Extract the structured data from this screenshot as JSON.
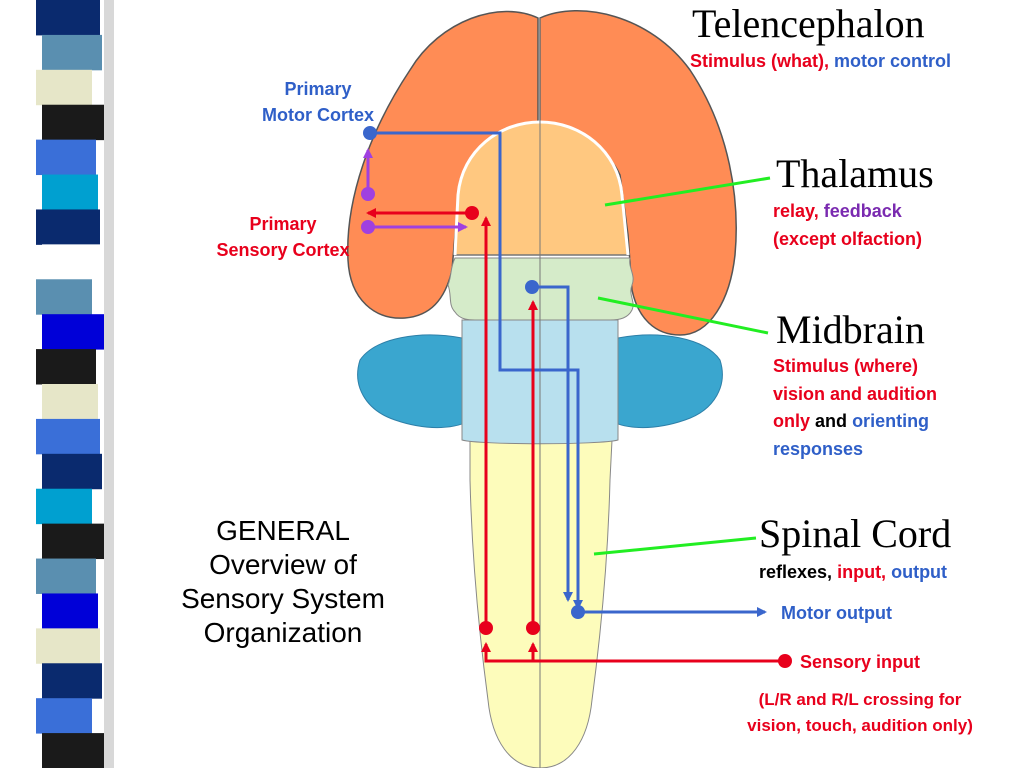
{
  "colors": {
    "telencephalon": "#ff8c55",
    "thalamus": "#ffc880",
    "midbrain": "#d5ebc9",
    "hindbrain": "#b8e0ee",
    "cerebellum": "#3aa6cf",
    "spinal_cord": "#fdfcbb",
    "motor": "#3a66cc",
    "sensory": "#e8001c",
    "feedback": "#a040e0",
    "leader": "#22ee22"
  },
  "telencephalon": {
    "title": "Telencephalon",
    "sub1": "Stimulus (what),",
    "sub2": "motor control"
  },
  "thalamus": {
    "title": "Thalamus",
    "line1a": "relay,",
    "line1b": "feedback",
    "line2": "(except olfaction)"
  },
  "midbrain": {
    "title": "Midbrain",
    "line1": "Stimulus (where)",
    "line2": "vision and audition",
    "line3a": "only",
    "line3b": "and",
    "line3c": "orienting",
    "line4": "responses"
  },
  "spinal_cord": {
    "title": "Spinal Cord",
    "sub1": "reflexes,",
    "sub2": "input,",
    "sub3": "output"
  },
  "primary_motor_cortex": {
    "line1": "Primary",
    "line2": "Motor Cortex"
  },
  "primary_sensory_cortex": {
    "line1": "Primary",
    "line2": "Sensory Cortex"
  },
  "motor_output": "Motor output",
  "sensory_input": "Sensory input",
  "crossing_note": {
    "line1": "(L/R and R/L crossing for",
    "line2": "vision, touch, audition only)"
  },
  "overview_title": {
    "line1": "GENERAL",
    "line2": "Overview of",
    "line3": "Sensory System",
    "line4": "Organization"
  },
  "side_strip": {
    "colors": [
      "#0a2a6e",
      "#5a8fb0",
      "#e6e6c8",
      "#1a1a1a",
      "#3a6fd8",
      "#00a0d0",
      "#0a2a6e",
      "#ffffff",
      "#5a8fb0",
      "#0000d8",
      "#1a1a1a",
      "#e6e6c8",
      "#3a6fd8",
      "#0a2a6e",
      "#00a0d0",
      "#1a1a1a",
      "#5a8fb0",
      "#0000d8",
      "#e6e6c8",
      "#0a2a6e",
      "#3a6fd8",
      "#1a1a1a"
    ]
  }
}
